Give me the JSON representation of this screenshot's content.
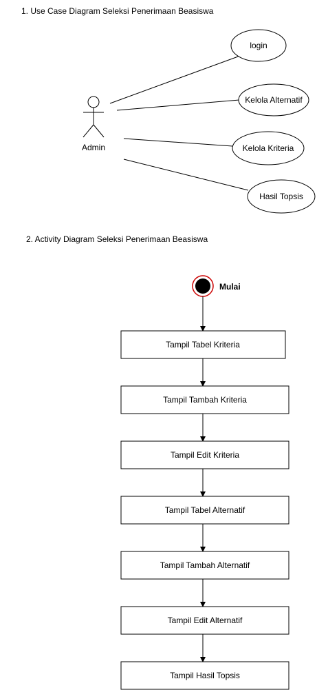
{
  "section1": {
    "title": "1. Use Case Diagram Seleksi Penerimaan Beasiswa",
    "actor": "Admin",
    "use_cases": [
      "login",
      "Kelola Alternatif",
      "Kelola Kriteria",
      "Hasil Topsis"
    ]
  },
  "section2": {
    "title": "2. Activity Diagram Seleksi Penerimaan Beasiswa",
    "start_label": "Mulai",
    "steps": [
      "Tampil Tabel Kriteria",
      "Tampil Tambah Kriteria",
      "Tampil Edit Kriteria",
      "Tampil Tabel Alternatif",
      "Tampil Tambah Alternatif",
      "Tampil Edit Alternatif",
      "Tampil Hasil Topsis"
    ]
  },
  "colors": {
    "line": "#000000",
    "start_ring": "#cc0000"
  }
}
